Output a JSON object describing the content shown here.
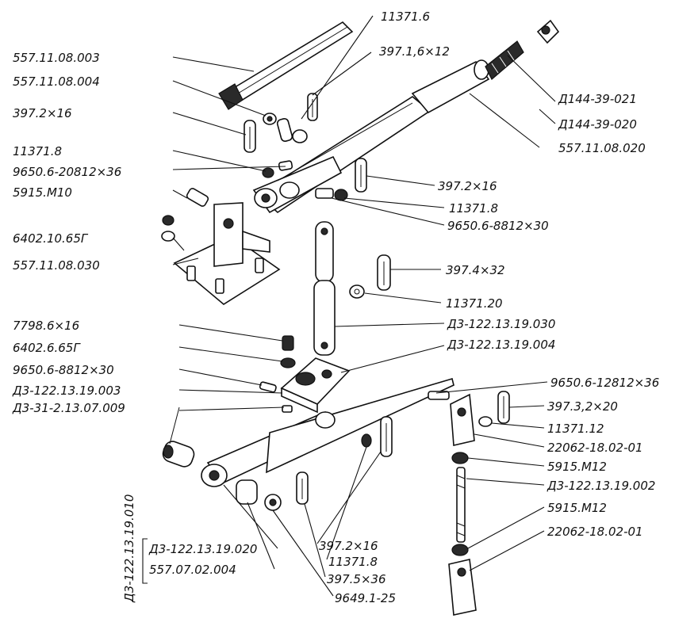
{
  "labels": {
    "l1": "557.11.08.003",
    "l2": "557.11.08.004",
    "l3": "397.2×16",
    "l4": "11371.8",
    "l5": "9650.6-20812×36",
    "l6": "5915.M10",
    "l7": "6402.10.65Г",
    "l8": "557.11.08.030",
    "l9": "7798.6×16",
    "l10": "6402.6.65Г",
    "l11": "9650.6-8812×30",
    "l12": "Д3-122.13.19.003",
    "l13": "Д3-31-2.13.07.009",
    "r1": "11371.6",
    "r2": "397.1,6×12",
    "r3": "Д144-39-021",
    "r4": "Д144-39-020",
    "r5": "557.11.08.020",
    "r6": "397.2×16",
    "r7": "11371.8",
    "r8": "9650.6-8812×30",
    "r9": "397.4×32",
    "r10": "11371.20",
    "r11": "Д3-122.13.19.030",
    "r12": "Д3-122.13.19.004",
    "r13": "9650.6-12812×36",
    "r14": "397.3,2×20",
    "r15": "11371.12",
    "r16": "22062-18.02-01",
    "r17": "5915.M12",
    "r18": "Д3-122.13.19.002",
    "r19": "5915.M12",
    "r20": "22062-18.02-01",
    "b1": "397.2×16",
    "b2": "11371.8",
    "b3": "397.5×36",
    "b4": "9649.1-25",
    "g1": "Д3-122.13.19.020",
    "g2": "557.07.02.004",
    "v1": "Д3-122.13.19.010"
  }
}
